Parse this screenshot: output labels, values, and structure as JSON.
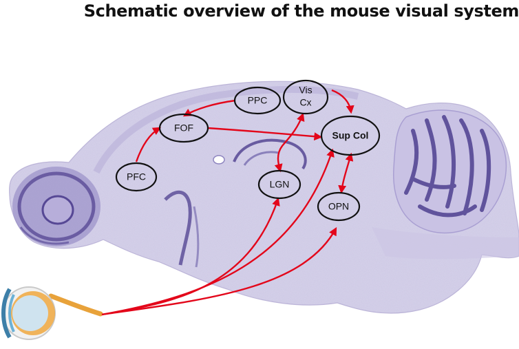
{
  "title": "Schematic overview of the mouse visual system",
  "nodes": {
    "pfc": "PFC",
    "fof": "FOF",
    "ppc": "PPC",
    "vis_cx_line1": "Vis",
    "vis_cx_line2": "Cx",
    "lgn": "LGN",
    "sup_col": "Sup Col",
    "opn": "OPN"
  },
  "colors": {
    "arrow": "#e3061a",
    "node_outline": "#111111",
    "tissue": "#d6d2ea",
    "stain_dark": "#4e3f8f"
  }
}
